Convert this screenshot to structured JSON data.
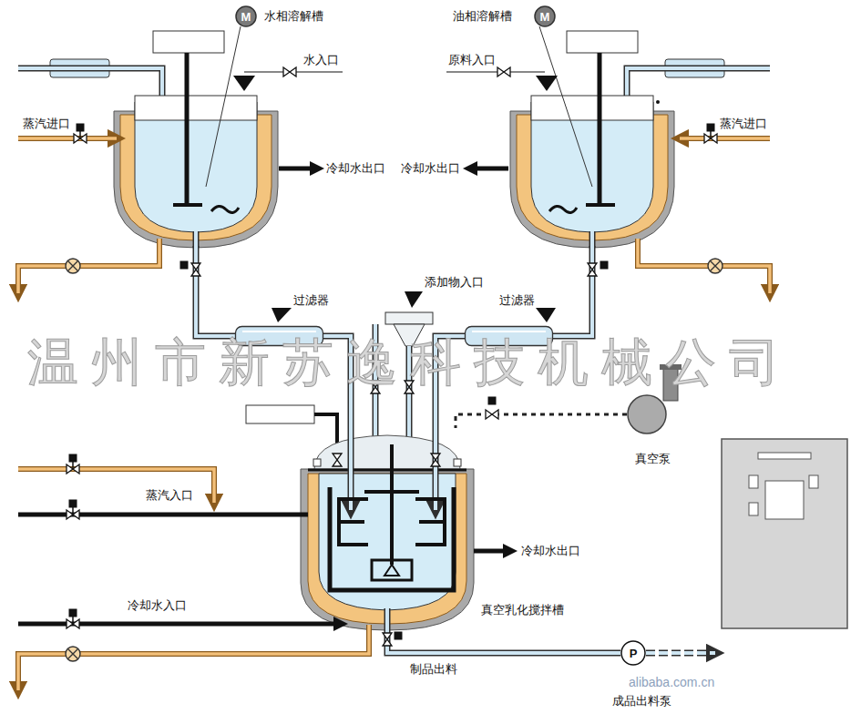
{
  "diagram": {
    "nodes": [
      {
        "text": [
          "M"
        ]
      },
      {
        "text": [
          "水相溶解槽"
        ]
      },
      {
        "text": [
          "M"
        ]
      },
      {
        "text": [
          "油相溶解槽"
        ]
      },
      {
        "text": [
          "过滤器"
        ]
      },
      {
        "text": [
          "过滤器"
        ]
      },
      {
        "text": [
          "真空泵"
        ]
      },
      {
        "text": [
          "真空乳化搅拌槽"
        ]
      },
      {
        "text": [
          "P",
          "成品出料泵"
        ]
      }
    ],
    "edges": [
      {
        "from": 1,
        "to": 4,
        "arrow": "none"
      },
      {
        "from": 4,
        "to": 7,
        "arrow": "none"
      },
      {
        "from": 3,
        "to": 5,
        "arrow": "none"
      },
      {
        "from": 5,
        "to": 7,
        "arrow": "none"
      },
      {
        "from": 6,
        "to": 7,
        "arrow": "none"
      },
      {
        "from": 7,
        "to": 8,
        "label": "制品出料",
        "arrow": "none"
      }
    ],
    "labels": [
      "水入口",
      "原料入口",
      "蒸汽进口",
      "蒸汽进口",
      "冷却水出口",
      "冷却水出口",
      "添加物入口",
      "蒸汽入口",
      "冷却水入口",
      "冷却水出口",
      "温州市新苏逸科技机械公司",
      "alibaba.com.cn"
    ]
  }
}
